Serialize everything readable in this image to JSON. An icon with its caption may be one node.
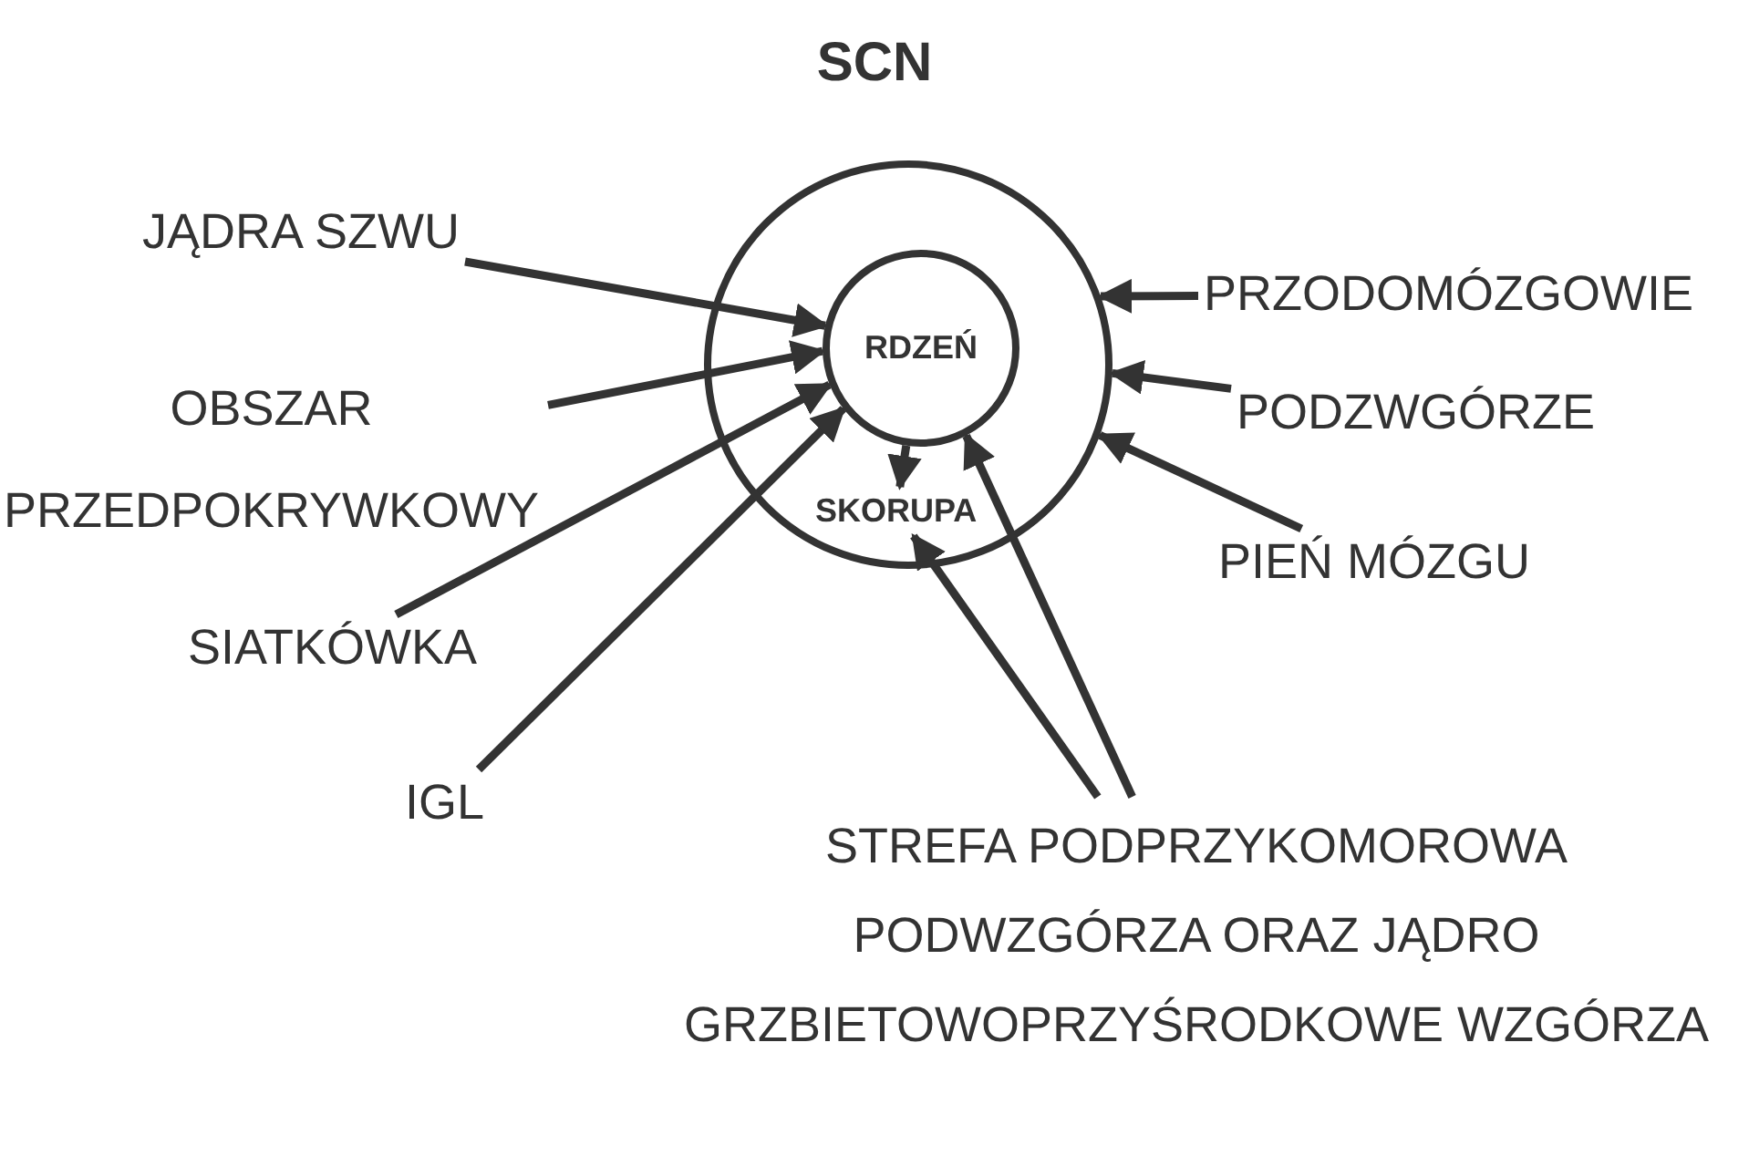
{
  "diagram": {
    "title": "SCN",
    "nodes": [
      {
        "text": [],
        "shape": "circle"
      },
      {
        "text": [
          "SKORUPA"
        ],
        "in": 0
      },
      {
        "text": [
          "RDZEŃ"
        ],
        "in": 0
      },
      {
        "text": [
          "JĄDRA SZWU"
        ]
      },
      {
        "text": [
          "OBSZAR PRZEDPOKRYWKOWY"
        ]
      },
      {
        "text": [
          "SIATKÓWKA"
        ]
      },
      {
        "text": [
          "IGL"
        ]
      },
      {
        "text": [
          "PRZODOMÓZGOWIE"
        ]
      },
      {
        "text": [
          "PODZWGÓRZE"
        ]
      },
      {
        "text": [
          "PIEŃ MÓZGU"
        ]
      },
      {
        "text": [
          "STREFA PODPRZYKOMOROWA PODWZGÓRZA ORAZ JĄDRO GRZBIETOWOPRZYŚRODKOWE WZGÓRZA"
        ]
      }
    ],
    "edges": [
      {
        "from": 3,
        "to": 2,
        "arrow": "to"
      },
      {
        "from": 4,
        "to": 2,
        "arrow": "to"
      },
      {
        "from": 5,
        "to": 2,
        "arrow": "to"
      },
      {
        "from": 6,
        "to": 2,
        "arrow": "to"
      },
      {
        "from": 2,
        "to": 1,
        "arrow": "to"
      },
      {
        "from": 7,
        "to": 0,
        "arrow": "to"
      },
      {
        "from": 8,
        "to": 0,
        "arrow": "to"
      },
      {
        "from": 9,
        "to": 0,
        "arrow": "to"
      },
      {
        "from": 10,
        "to": 2,
        "arrow": "to"
      },
      {
        "from": 10,
        "to": 1,
        "arrow": "to"
      }
    ]
  }
}
